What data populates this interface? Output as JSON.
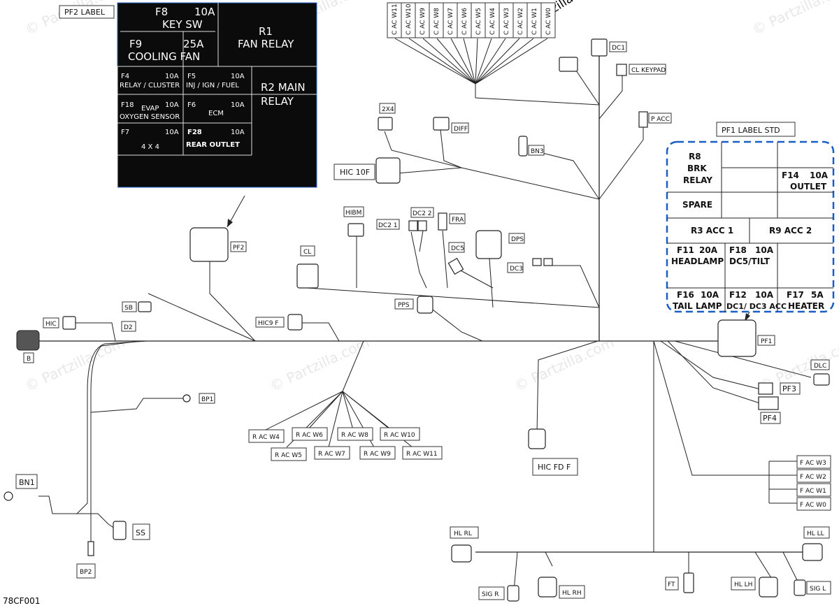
{
  "watermarks": [
    "© Partzilla.com",
    "© Partzilla.com",
    "© Partzilla.com",
    "© Partzilla.com",
    "© Partzilla.com",
    "© Partzilla.com",
    "© Partzilla.com"
  ],
  "copyright": "© Partzilla.com",
  "figure_code": "78CF001",
  "pf2": {
    "title": "PF2 LABEL",
    "cells": [
      {
        "fuse": "F8",
        "amp": "10A",
        "name": "KEY SW"
      },
      {
        "fuse": "R1",
        "name": "FAN RELAY"
      },
      {
        "fuse": "F9",
        "amp": "25A",
        "name": "COOLING FAN"
      },
      {
        "fuse": "F4",
        "amp": "10A",
        "name": "RELAY / CLUSTER"
      },
      {
        "fuse": "F5",
        "amp": "10A",
        "name": "INJ / IGN / FUEL"
      },
      {
        "fuse": "R2 MAIN",
        "name": "RELAY"
      },
      {
        "fuse": "F18",
        "amp": "10A",
        "name1": "EVAP",
        "name": "OXYGEN SENSOR"
      },
      {
        "fuse": "F6",
        "amp": "10A",
        "name": "ECM"
      },
      {
        "fuse": "F7",
        "amp": "10A",
        "name": "4 X 4"
      },
      {
        "fuse": "F28",
        "amp": "10A",
        "name": "REAR OUTLET"
      }
    ]
  },
  "pf1": {
    "title": "PF1 LABEL STD",
    "r8": [
      "R8",
      "BRK",
      "RELAY"
    ],
    "f14": [
      "F14",
      "10A",
      "OUTLET"
    ],
    "spare": "SPARE",
    "r3": "R3  ACC 1",
    "r9": "R9    ACC 2",
    "f11": [
      "F11",
      "20A",
      "HEADLAMP"
    ],
    "f18": [
      "F18",
      "10A",
      "DC5/TILT"
    ],
    "f16": [
      "F16",
      "10A",
      "TAIL LAMP"
    ],
    "f12": [
      "F12",
      "10A",
      "DC1/ DC3 ACC"
    ],
    "f17": [
      "F17",
      "5A",
      "HEATER"
    ]
  },
  "top_labels": [
    "C AC W11",
    "C AC W10",
    "C AC W9",
    "C AC W8",
    "C AC W7",
    "C AC W6",
    "C AC W5",
    "C AC W4",
    "C AC W3",
    "C AC W2",
    "C AC W1",
    "C AC W0"
  ],
  "labels": {
    "dc1": "DC1",
    "cl_keypad": "CL KEYPAD",
    "p_acc": "P ACC",
    "2x4": "2X4",
    "diff": "DIFF",
    "bn3": "BN3",
    "hic10f": "HIC  10F",
    "hibm": "HIBM",
    "dc2_1": "DC2  1",
    "dc2_2": "DC2  2",
    "fra": "FRA",
    "dps": "DPS",
    "dc5": "DC5",
    "dc3": "DC3",
    "pf2": "PF2",
    "cl": "CL",
    "sb": "SB",
    "hic": "HIC",
    "d2": "D2",
    "b": "B",
    "hic9f": "HIC9  F",
    "pps": "PPS",
    "pf1": "PF1",
    "dlc": "DLC",
    "pf3": "PF3",
    "pf4": "PF4",
    "bp1": "BP1",
    "r_ac_w4": "R  AC  W4",
    "r_ac_w6": "R  AC  W6",
    "r_ac_w8": "R  AC  W8",
    "r_ac_w10": "R  AC  W10",
    "r_ac_w5": "R  AC  W5",
    "r_ac_w7": "R  AC  W7",
    "r_ac_w9": "R  AC  W9",
    "r_ac_w11": "R  AC  W11",
    "hic_fd_f": "HIC  FD  F",
    "f_ac_w3": "F  AC  W3",
    "f_ac_w2": "F  AC  W2",
    "f_ac_w1": "F  AC  W1",
    "f_ac_w0": "F  AC  W0",
    "bn1": "BN1",
    "ss": "SS",
    "bp2": "BP2",
    "hl_rl": "HL  RL",
    "hl_ll": "HL  LL",
    "sig_r": "SIG  R",
    "hl_rh": "HL  RH",
    "ft": "FT",
    "hl_lh": "HL  LH",
    "sig_l": "SIG  L"
  },
  "colors": {
    "pf2_bg": "#0b0b0b",
    "pf1_border": "#1a5fc8",
    "wire": "#222222"
  }
}
